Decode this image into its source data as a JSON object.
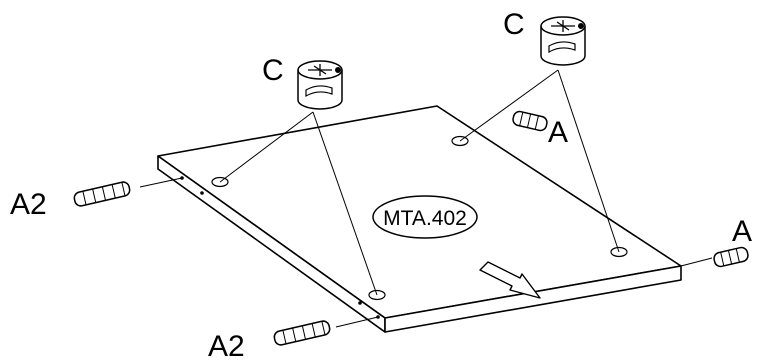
{
  "diagram": {
    "part_label": "MTA.402",
    "labels": {
      "cam_left": "C",
      "cam_right": "C",
      "dowel_right_top": "A",
      "dowel_right_bottom": "A",
      "dowel_left_top": "A2",
      "dowel_left_bottom": "A2"
    },
    "icons": [
      "cam-lock-fitting-icon",
      "wooden-dowel-icon",
      "direction-arrow-icon"
    ]
  }
}
